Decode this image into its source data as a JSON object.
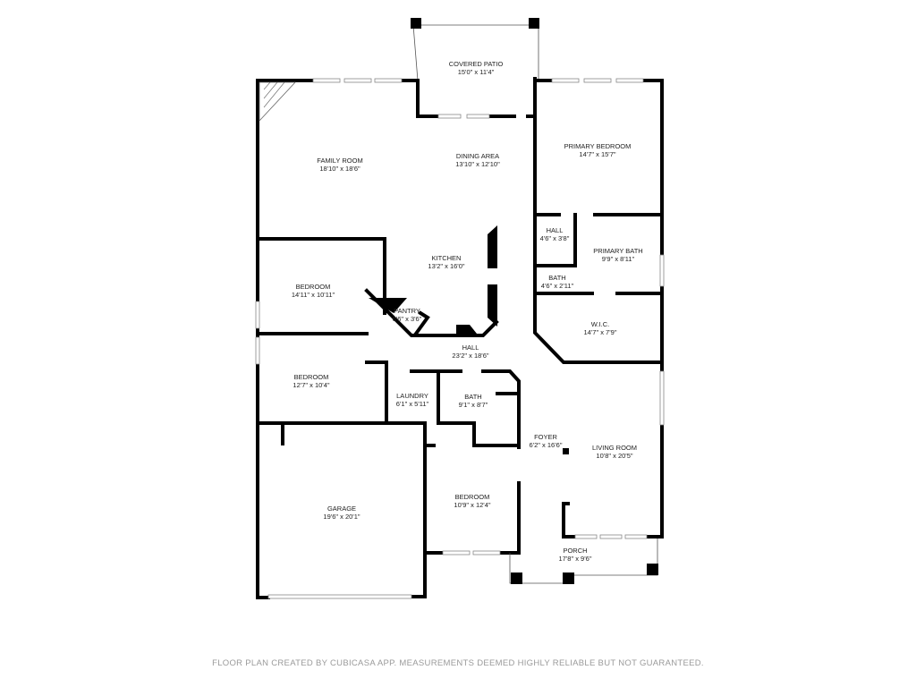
{
  "rooms": [
    {
      "name": "COVERED PATIO",
      "size": "15'0\" x 11'4\""
    },
    {
      "name": "FAMILY ROOM",
      "size": "18'10\" x 18'6\""
    },
    {
      "name": "DINING AREA",
      "size": "13'10\" x 12'10\""
    },
    {
      "name": "PRIMARY BEDROOM",
      "size": "14'7\" x 15'7\""
    },
    {
      "name": "HALL",
      "size": "4'6\" x 3'8\""
    },
    {
      "name": "PRIMARY BATH",
      "size": "9'9\" x 8'11\""
    },
    {
      "name": "KITCHEN",
      "size": "13'2\" x 16'0\""
    },
    {
      "name": "BATH",
      "size": "4'6\" x 2'11\""
    },
    {
      "name": "BEDROOM",
      "size": "14'11\" x 10'11\""
    },
    {
      "name": "PANTRY",
      "size": "6'6\" x 3'6\""
    },
    {
      "name": "W.I.C.",
      "size": "14'7\" x 7'9\""
    },
    {
      "name": "HALL",
      "size": "23'2\" x 18'6\""
    },
    {
      "name": "BEDROOM",
      "size": "12'7\" x 10'4\""
    },
    {
      "name": "LAUNDRY",
      "size": "6'1\" x 5'11\""
    },
    {
      "name": "BATH",
      "size": "9'1\" x 8'7\""
    },
    {
      "name": "FOYER",
      "size": "6'2\" x 16'6\""
    },
    {
      "name": "LIVING ROOM",
      "size": "10'8\" x 20'5\""
    },
    {
      "name": "GARAGE",
      "size": "19'6\" x 20'1\""
    },
    {
      "name": "BEDROOM",
      "size": "10'9\" x 12'4\""
    },
    {
      "name": "PORCH",
      "size": "17'8\" x 9'6\""
    }
  ],
  "footer": "FLOOR PLAN CREATED BY CUBICASA APP. MEASUREMENTS DEEMED HIGHLY RELIABLE BUT NOT GUARANTEED."
}
